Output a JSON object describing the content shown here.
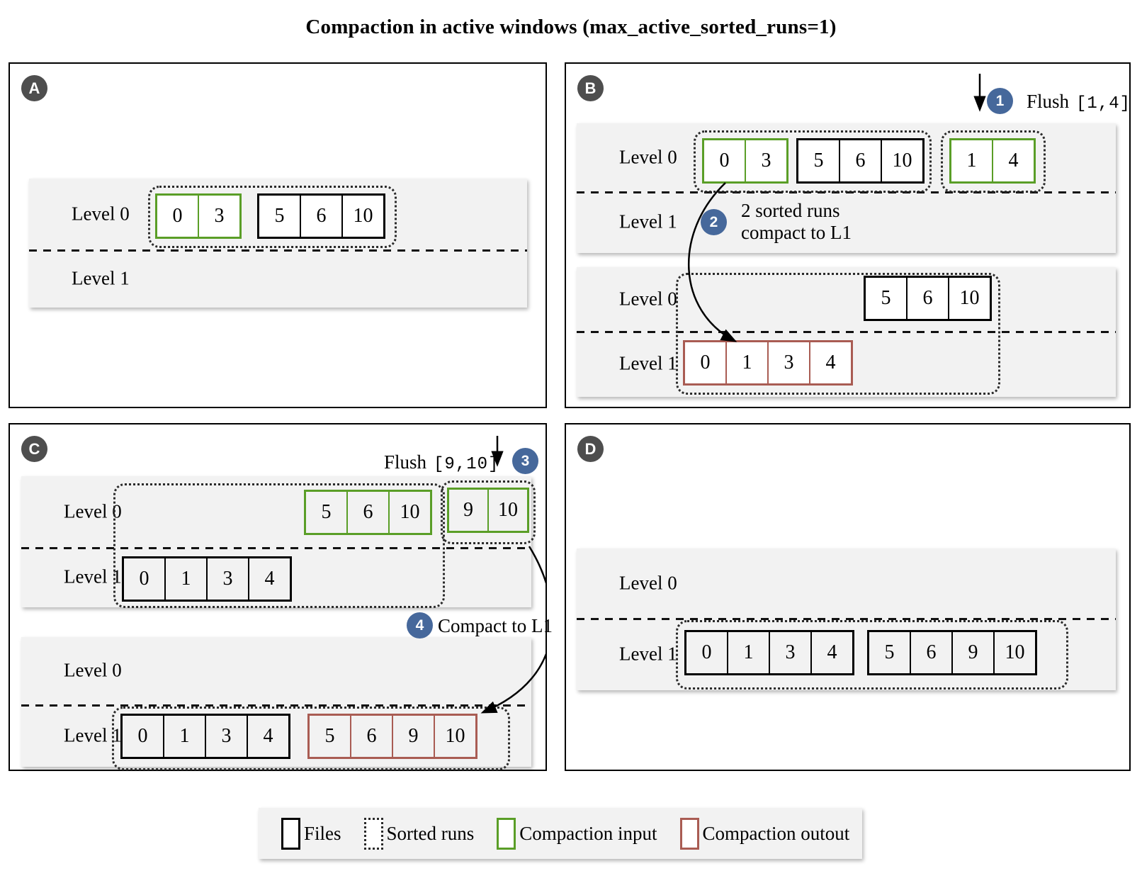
{
  "title": "Compaction in active windows (max_active_sorted_runs=1)",
  "colors": {
    "compaction_input": "#5a9e27",
    "compaction_output": "#a95c53",
    "step_badge": "#46689b",
    "panel_badge": "#4e4e4e",
    "band_background": "#f2f2f2"
  },
  "labels": {
    "level0": "Level 0",
    "level1": "Level 1"
  },
  "panels": {
    "a": {
      "badge": "A",
      "sorted_run_1": [
        0,
        3
      ],
      "sorted_run_2": [
        5,
        6,
        10
      ]
    },
    "b": {
      "badge": "B",
      "step1": {
        "num": "1",
        "action": "Flush",
        "range": "[1,4]"
      },
      "state1": {
        "input_run": [
          0,
          3
        ],
        "files_run": [
          5,
          6,
          10
        ],
        "flushed_run": [
          1,
          4
        ]
      },
      "step2": {
        "num": "2",
        "line1": "2 sorted runs",
        "line2": "compact to L1"
      },
      "state2": {
        "level0_files": [
          5,
          6,
          10
        ],
        "level1_output": [
          0,
          1,
          3,
          4
        ]
      }
    },
    "c": {
      "badge": "C",
      "step3": {
        "num": "3",
        "action": "Flush",
        "range": "[9,10]"
      },
      "state1": {
        "level0_input": [
          5,
          6,
          10
        ],
        "flushed_run": [
          9,
          10
        ],
        "level1_files": [
          0,
          1,
          3,
          4
        ]
      },
      "step4": {
        "num": "4",
        "action": "Compact to L1"
      },
      "state2": {
        "level1_files": [
          0,
          1,
          3,
          4
        ],
        "level1_output": [
          5,
          6,
          9,
          10
        ]
      }
    },
    "d": {
      "badge": "D",
      "level1_run_1": [
        0,
        1,
        3,
        4
      ],
      "level1_run_2": [
        5,
        6,
        9,
        10
      ]
    }
  },
  "legend": {
    "files": "Files",
    "sorted_runs": "Sorted runs",
    "compaction_input": "Compaction input",
    "compaction_output": "Compaction outout"
  }
}
